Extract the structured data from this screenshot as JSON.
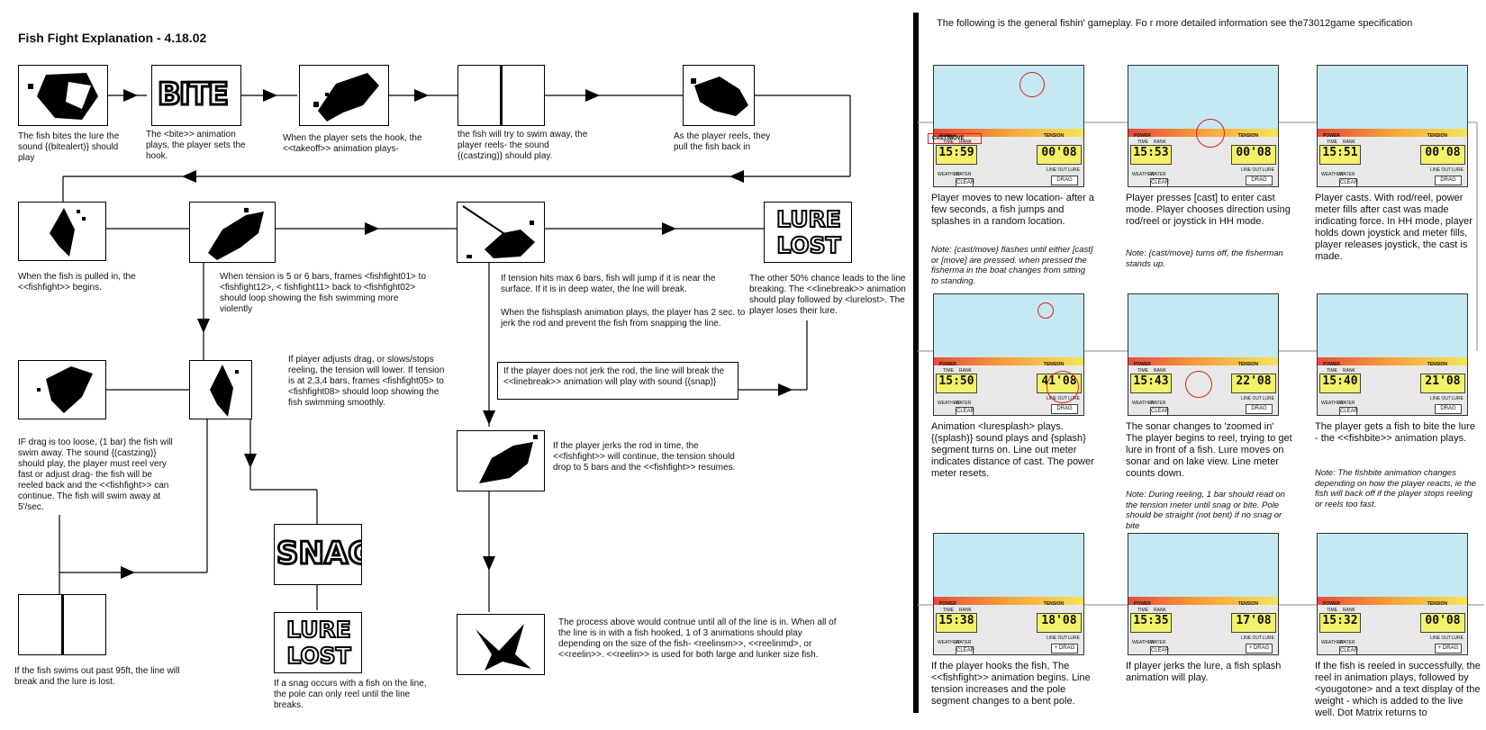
{
  "left": {
    "title": "Fish Fight Explanation - 4.18.02",
    "box_words": {
      "bite": "BITE",
      "lure_lost_1": "LURE LOST",
      "snag": "SNAG",
      "lure_lost_2": "LURE LOST"
    },
    "captions": {
      "c1": "The fish bites the lure the sound {(bitealert)} should play",
      "c2": "The <bite>> animation plays, the player sets the hook.",
      "c3": "When the player sets the hook, the <<takeoff>> animation plays-",
      "c4": "the fish will try to swim away, the player reels- the sound {(castzing)} should play.",
      "c5": "As the player reels, they pull the fish back in",
      "c6": "When the fish is pulled in, the <<fishfight>> begins.",
      "c7": "When tension is 5 or 6 bars, frames <fishfight01> to <fishfight12>, < fishfight11> back to <fishfight02> should loop showing the fish swimming more violently",
      "c8a": "If tension hits max 6 bars, fish will jump if it is near the surface. If it is in deep water, the lne will break.",
      "c8b": "When the fishsplash animation plays, the player has 2 sec. to jerk the rod and prevent the fish from snapping the line.",
      "c9": "The other 50% chance leads to the line breaking. The <<linebreak>> animation should play followed by <lurelost>. The player loses their lure.",
      "c10": "If player adjusts drag, or slows/stops reeling, the tension will lower. If tension is at 2,3,4 bars, frames <fishfight05> to <fishfight08> should loop showing the fish swimming smoothly.",
      "c11": "If the player does not jerk the rod, the line will break the <<linebreak>> animation will play with sound {(snap)}",
      "c12": "IF drag is too loose, (1 bar) the fish will swim away. The sound {(castzing)} should play, the player must reel very fast or adjust drag- the fish will be reeled back and the <<fishfight>> can continue. The fish will swim away at 5'/sec.",
      "c13": "If the player jerks the rod in time, the <<fishfight>> will continue, the tension should drop to 5 bars and the <<fishfight>> resumes.",
      "c14": "If the fish swims out past 95ft, the line will break and the lure is lost.",
      "c15": "If a snag occurs with a fish on the line, the pole can only reel until the line breaks.",
      "c16": "The process above would contnue until all of the line is in. When all of the line is in with a fish hooked, 1 of 3 animations should play depending on the size of the fish- <reelinsm>>, <<reelinmd>, or <<reelin>>. <<reelin>> is used for both large and lunker size fish."
    }
  },
  "right": {
    "intro": "The following is the general fishin' gameplay. Fo r more detailed information see the73012game specification",
    "screen_labels": {
      "power": "POWER",
      "tension": "TENSION",
      "time": "TIME",
      "rank": "RANK",
      "line_out": "LINE OUT",
      "lure": "LURE",
      "weather": "WEATHER",
      "water": "WATER",
      "clear": "CLEAR",
      "drag": "DRAG",
      "cast_move": "CAST/MOVE"
    },
    "panels": [
      {
        "time": "15:59",
        "dist": "00'08",
        "drag": "DRAG",
        "caption": "Player moves to new location- after a few seconds, a fish jumps and splashes in a random location.",
        "note": "Note: {cast/move} flashes until either [cast] or [move] are pressed. when pressed the fisherma in the boat changes from sitting to standing."
      },
      {
        "time": "15:53",
        "dist": "00'08",
        "drag": "DRAG",
        "caption": "Player presses [cast] to enter cast mode. Player chooses direction using rod/reel or joystick in HH mode.",
        "note": "Note: {cast/move} turns off, the fisherman stands up."
      },
      {
        "time": "15:51",
        "dist": "00'08",
        "drag": "DRAG",
        "caption": "Player casts. With rod/reel, power meter fills after cast was made indicating force. In HH mode, player holds down joystick and meter fills, player releases joystick, the cast is made.",
        "note": ""
      },
      {
        "time": "15:50",
        "dist": "41'08",
        "drag": "DRAG",
        "caption": "Animation <luresplash> plays. {(splash)} sound plays and {splash} segment turns on. Line out meter indicates distance of cast. The power meter resets.",
        "note": ""
      },
      {
        "time": "15:43",
        "dist": "22'08",
        "drag": "DRAG",
        "caption": "The sonar changes to 'zoomed in' The player begins to reel, trying to get lure in front of a fish. Lure moves on sonar and on lake view. Line meter counts down.",
        "note": "Note: During reeling, 1 bar should read on the tension meter until snag or bite. Pole should be straight (not bent) if no snag or bite"
      },
      {
        "time": "15:40",
        "dist": "21'08",
        "drag": "DRAG",
        "caption": "The player gets a fish to bite the lure - the <<fishbite>> animation plays.",
        "note": "Note: The fishbite animation changes depending on how the player reacts, ie the fish will back off if the player stops reeling or reels too fast."
      },
      {
        "time": "15:38",
        "dist": "18'08",
        "drag": "+ DRAG",
        "caption": "If the player hooks the fish, The <<fishfight>> animation begins. Line tension increases and the pole segment changes to a bent pole.",
        "note": ""
      },
      {
        "time": "15:35",
        "dist": "17'08",
        "drag": "+ DRAG",
        "caption": "If player jerks the lure, a fish splash animation will play.",
        "note": ""
      },
      {
        "time": "15:32",
        "dist": "00'08",
        "drag": "+ DRAG",
        "caption": "If the fish is reeled in successfully, the reel in animation plays, followed by <yougotone> and a text display of the weight - which is added to the live well. Dot Matrix returns to",
        "note": ""
      }
    ]
  }
}
